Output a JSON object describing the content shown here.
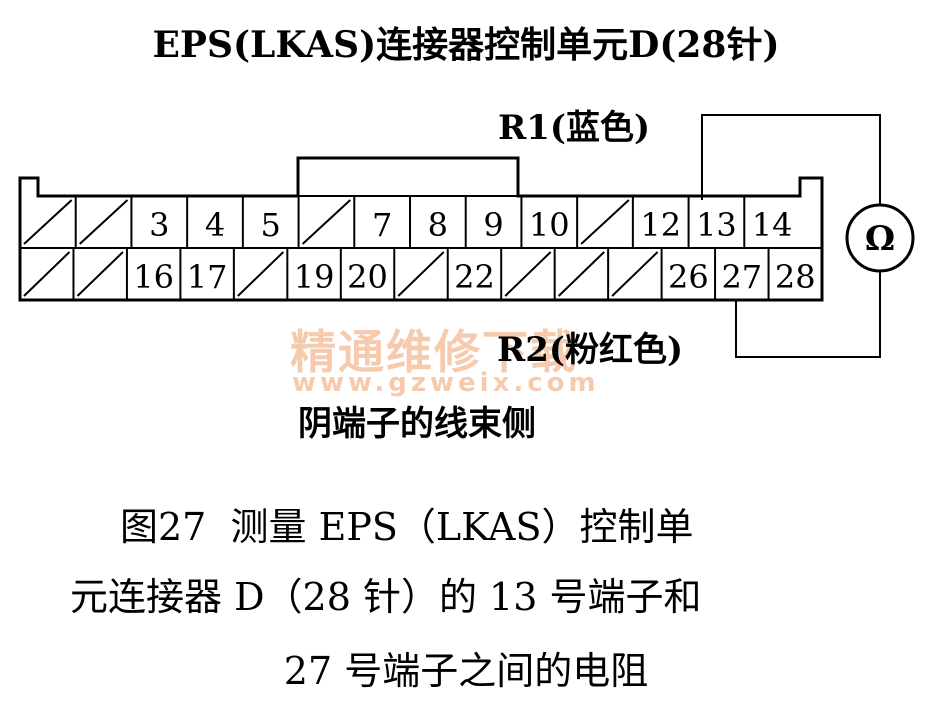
{
  "title": "EPS(LKAS)连接器控制单元D(28针)",
  "r1_label": "R1(蓝色)",
  "r2_label": "R2(粉红色)",
  "view_label": "阴端子的线束侧",
  "meter_symbol": "Ω",
  "meter_icon": "ohmmeter-icon",
  "watermark": {
    "text": "精通维修下载",
    "url": "www.gzweix.com"
  },
  "caption": {
    "line1": "图27  测量 EPS（LKAS）控制单",
    "line2": "元连接器 D（28 针）的 13 号端子和",
    "line3": "27 号端子之间的电阻"
  },
  "connector": {
    "top_row": [
      "",
      "",
      "3",
      "4",
      "5",
      "",
      "7",
      "8",
      "9",
      "10",
      "",
      "12",
      "13",
      "14"
    ],
    "bottom_row": [
      "",
      "",
      "16",
      "17",
      "",
      "19",
      "20",
      "",
      "22",
      "",
      "",
      "",
      "26",
      "27",
      "28"
    ]
  },
  "colors": {
    "ink": "#000000",
    "watermark": "#eea069"
  }
}
